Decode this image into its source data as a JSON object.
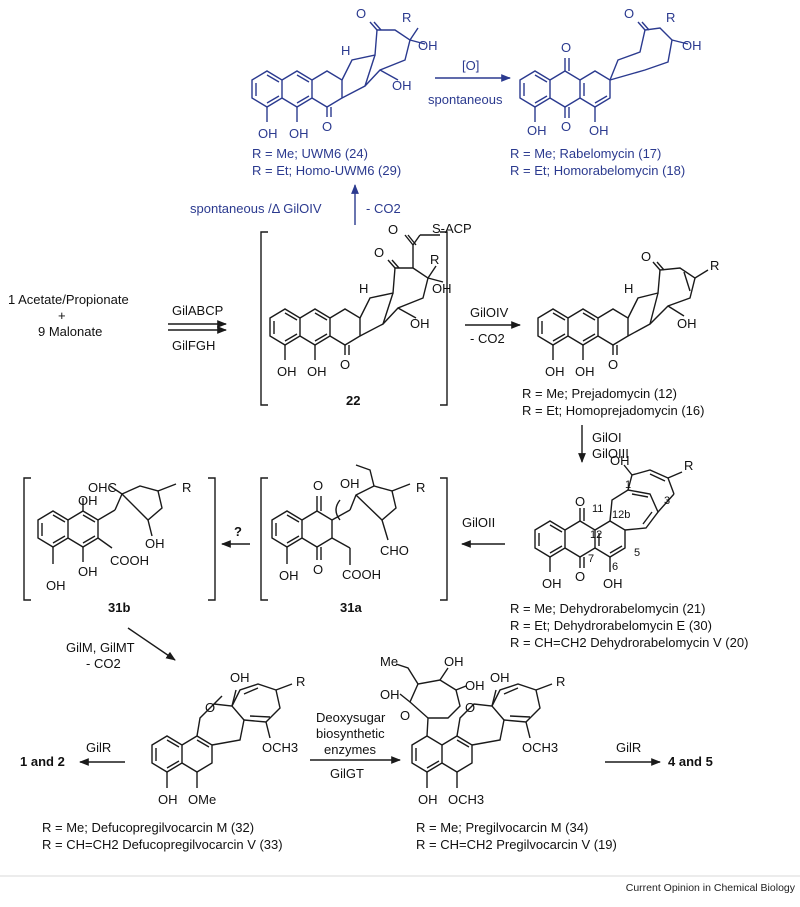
{
  "reagents": {
    "start": [
      "1 Acetate/Propionate",
      "+",
      "9 Malonate"
    ],
    "gilabcp": "GilABCP",
    "gilfgh": "GilFGH",
    "giloiv": "GilOIV",
    "co2": "- CO2",
    "giloi": "GilOI",
    "giloiii": "GilOIII",
    "giloii": "GilOII",
    "question": "?",
    "gilm": "GilM, GilMT",
    "gilr_left": "GilR",
    "gilr_left_product": "1 and 2",
    "deoxy": [
      "Deoxysugar",
      "biosynthetic",
      "enzymes"
    ],
    "gilgt": "GilGT",
    "gilr_right": "GilR",
    "gilr_right_product": "4 and 5",
    "spontaneous_up": "spontaneous /Δ GilOIV",
    "co2_up": "- CO2",
    "oxidation": "[O]",
    "spontaneous": "spontaneous"
  },
  "labels": {
    "uwm6_1": "R = Me; UWM6 (24)",
    "uwm6_2": "R = Et; Homo-UWM6 (29)",
    "rabelo_1": "R = Me; Rabelomycin (17)",
    "rabelo_2": "R = Et; Homorabelomycin (18)",
    "comp22": "22",
    "prejado_1": "R = Me; Prejadomycin (12)",
    "prejado_2": "R = Et; Homoprejadomycin (16)",
    "c31a": "31a",
    "c31b": "31b",
    "dehydro_1": "R = Me; Dehydrorabelomycin (21)",
    "dehydro_2": "R = Et; Dehydrorabelomycin E (30)",
    "dehydro_3": "R = CH=CH2 Dehydrorabelomycin V (20)",
    "defuco_1": "R = Me; Defucopregilvocarcin M (32)",
    "defuco_2": "R = CH=CH2 Defucopregilvocarcin V (33)",
    "pregil_1": "R = Me; Pregilvocarcin M (34)",
    "pregil_2": "R = CH=CH2 Pregilvocarcin V (19)"
  },
  "atoms": {
    "R": "R",
    "OH": "OH",
    "O": "O",
    "H": "H",
    "Me": "Me",
    "OMe": "OMe",
    "OCH3": "OCH3",
    "SACP": "S-ACP",
    "OHC": "OHC",
    "CHO": "CHO",
    "COOH": "COOH",
    "n11": "11",
    "n12": "12",
    "n12b": "12b",
    "n1": "1",
    "n3": "3",
    "n5": "5",
    "n6": "6",
    "n7": "7"
  },
  "footer": {
    "credit": "Current Opinion in Chemical Biology"
  },
  "colors": {
    "ink": "#111111",
    "blue": "#2b3a8f"
  }
}
